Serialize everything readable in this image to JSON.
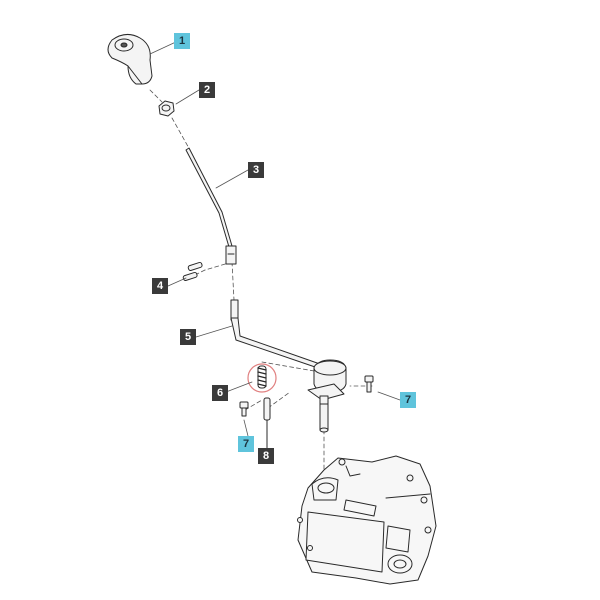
{
  "diagram": {
    "callouts": [
      {
        "id": "c1",
        "label": "1",
        "style": "highlight",
        "part": "shift-knob"
      },
      {
        "id": "c2",
        "label": "2",
        "style": "dark",
        "part": "nut"
      },
      {
        "id": "c3",
        "label": "3",
        "style": "dark",
        "part": "upper-shift-lever"
      },
      {
        "id": "c4",
        "label": "4",
        "style": "dark",
        "part": "roll-pins"
      },
      {
        "id": "c5",
        "label": "5",
        "style": "dark",
        "part": "lower-shift-lever"
      },
      {
        "id": "c6",
        "label": "6",
        "style": "dark",
        "part": "spring"
      },
      {
        "id": "c7a",
        "label": "7",
        "style": "highlight",
        "part": "bolt-right"
      },
      {
        "id": "c7b",
        "label": "7",
        "style": "highlight",
        "part": "bolt-left"
      },
      {
        "id": "c8",
        "label": "8",
        "style": "dark",
        "part": "pin"
      }
    ],
    "colors": {
      "line": "#2a2a2a",
      "part_fill": "#f4f4f4",
      "callout_dark": "#3a3a3a",
      "callout_highlight": "#5fc4dc",
      "highlight_circle": "#e08080"
    }
  }
}
